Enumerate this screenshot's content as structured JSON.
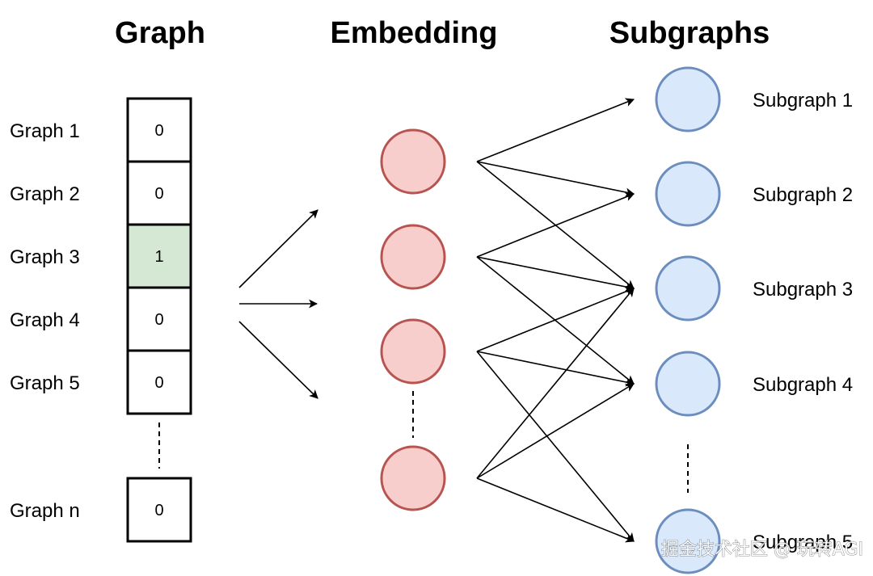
{
  "headings": {
    "graph": "Graph",
    "embedding": "Embedding",
    "subgraphs": "Subgraphs"
  },
  "graph_rows": [
    {
      "label": "Graph 1",
      "value": "0",
      "highlight": false
    },
    {
      "label": "Graph 2",
      "value": "0",
      "highlight": false
    },
    {
      "label": "Graph 3",
      "value": "1",
      "highlight": true
    },
    {
      "label": "Graph 4",
      "value": "0",
      "highlight": false
    },
    {
      "label": "Graph 5",
      "value": "0",
      "highlight": false
    }
  ],
  "graph_last": {
    "label": "Graph n",
    "value": "0"
  },
  "embedding_nodes": 4,
  "subgraph_labels": [
    "Subgraph 1",
    "Subgraph 2",
    "Subgraph 3",
    "Subgraph 4",
    "Subgraph 5"
  ],
  "edges": [
    [
      0,
      0
    ],
    [
      0,
      1
    ],
    [
      0,
      2
    ],
    [
      1,
      1
    ],
    [
      1,
      2
    ],
    [
      1,
      3
    ],
    [
      2,
      2
    ],
    [
      2,
      3
    ],
    [
      2,
      4
    ],
    [
      3,
      2
    ],
    [
      3,
      3
    ],
    [
      3,
      4
    ]
  ],
  "colors": {
    "embedding_fill": "#f8cecc",
    "embedding_stroke": "#b85450",
    "subgraph_fill": "#dae8fc",
    "subgraph_stroke": "#6c8ebf",
    "highlight_fill": "#d5e8d4",
    "cell_stroke": "#000000"
  },
  "watermark": "掘金技术社区 @ 玩转AGI"
}
